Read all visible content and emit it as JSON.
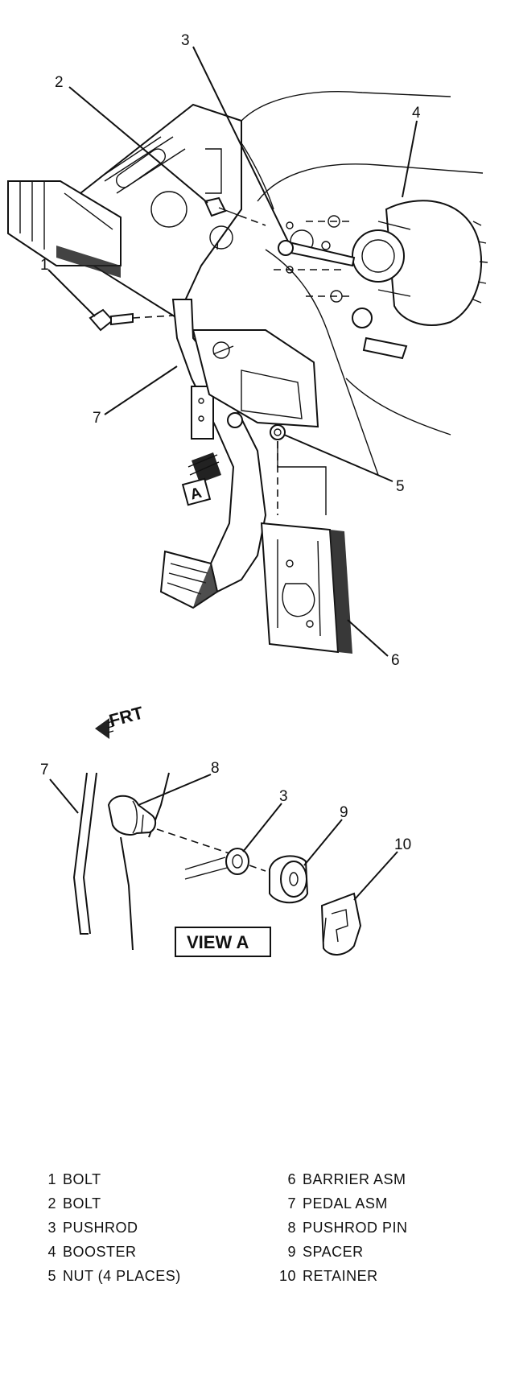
{
  "callouts": {
    "c1": "1",
    "c2": "2",
    "c3": "3",
    "c4": "4",
    "c5": "5",
    "c6": "6",
    "c7": "7",
    "v7": "7",
    "v8": "8",
    "v3": "3",
    "v9": "9",
    "v10": "10"
  },
  "view_letter": "A",
  "frt_label": "FRT",
  "view_label": "VIEW A",
  "legend": [
    {
      "num": "1",
      "name": "BOLT"
    },
    {
      "num": "2",
      "name": "BOLT"
    },
    {
      "num": "3",
      "name": "PUSHROD"
    },
    {
      "num": "4",
      "name": "BOOSTER"
    },
    {
      "num": "5",
      "name": "NUT (4 PLACES)"
    },
    {
      "num": "6",
      "name": "BARRIER ASM"
    },
    {
      "num": "7",
      "name": "PEDAL ASM"
    },
    {
      "num": "8",
      "name": "PUSHROD PIN"
    },
    {
      "num": "9",
      "name": "SPACER"
    },
    {
      "num": "10",
      "name": "RETAINER"
    }
  ]
}
